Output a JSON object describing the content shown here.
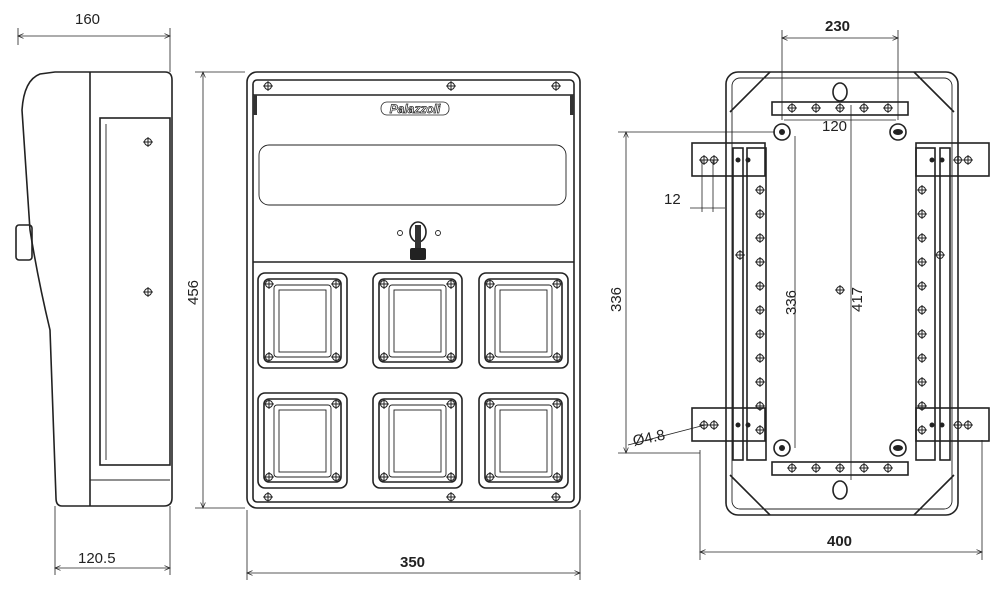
{
  "brand": {
    "logo_text": "Palazzoli"
  },
  "side_view": {
    "depth_top": "160",
    "depth_bottom": "120.5"
  },
  "front_view": {
    "height": "456",
    "width": "350",
    "socket_count": 6
  },
  "rear_view": {
    "fixing_width_top": "230",
    "overall_width": "400",
    "bracket_spacing": "336",
    "slot_spacing": "120",
    "hole_offset": "12",
    "hole_diameter": "Ø4.8",
    "inner_vertical": "336",
    "overall_vertical": "417"
  }
}
